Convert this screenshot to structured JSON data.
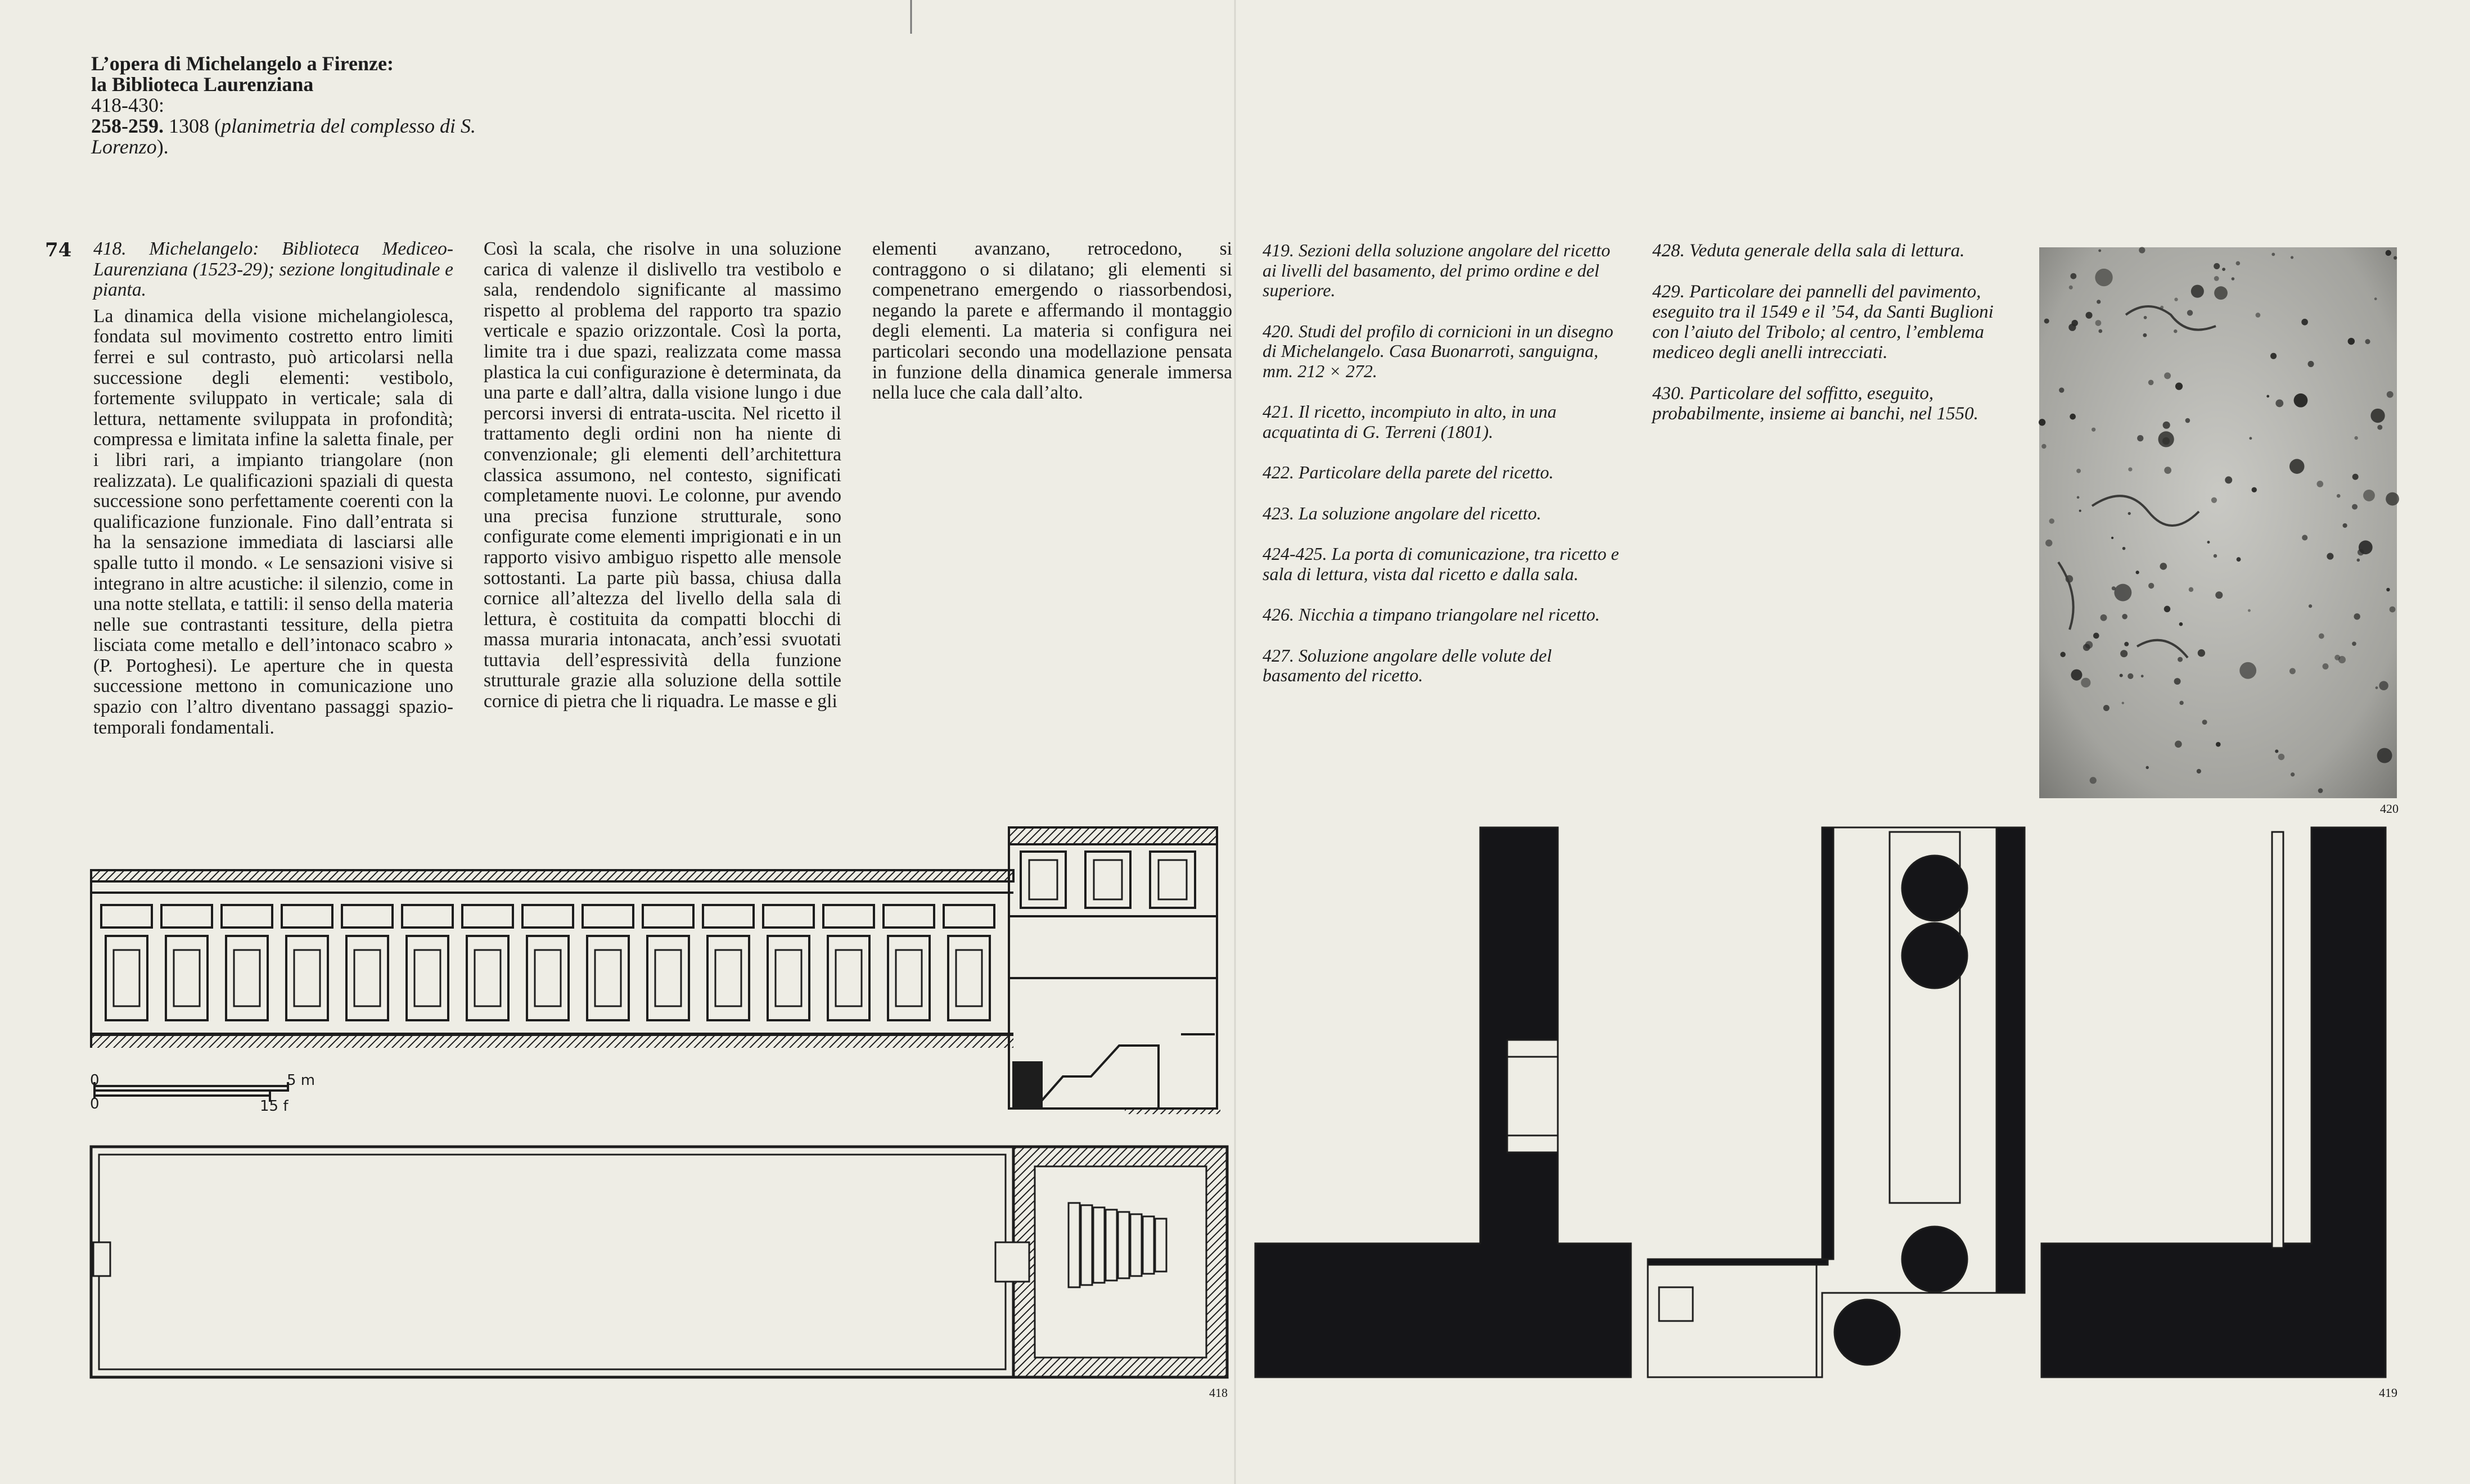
{
  "header": {
    "title_line1": "L’opera di Michelangelo a Firenze:",
    "title_line2": "la Biblioteca Laurenziana",
    "range": "418-430:",
    "ref_bold": "258-259.",
    "ref_rest": " 1308 (",
    "ref_italic": "planimetria del complesso di S. Lorenzo",
    "ref_end": ")."
  },
  "page_number": "74",
  "column1": {
    "caption": "418. Michelangelo: Biblioteca Mediceo-Laurenziana (1523-29); sezione longitudinale e pianta.",
    "body": "La dinamica della visione michelangiolesca, fondata sul movimento costretto entro limiti ferrei e sul contrasto, può articolarsi nella successione degli elementi: vestibolo, fortemente sviluppato in verticale; sala di lettura, nettamente sviluppata in profondità; compressa e limitata infine la saletta finale, per i libri rari, a impianto triangolare (non realizzata). Le qualificazioni spaziali di questa successione sono perfettamente coerenti con la qualificazione funzionale. Fino dall’entrata si ha la sensazione immediata di lasciarsi alle spalle tutto il mondo. « Le sensazioni visive si integrano in altre acustiche: il silenzio, come in una notte stellata, e tattili: il senso della materia nelle sue contrastanti tessiture, della pietra lisciata come metallo e dell’intonaco scabro » (P. Portoghesi). Le aperture che in questa successione mettono in comunicazione uno spazio con l’altro diventano passaggi spazio-temporali fondamentali."
  },
  "column2": {
    "body": "Così la scala, che risolve in una soluzione carica di valenze il dislivello tra vestibolo e sala, rendendolo significante al massimo rispetto al problema del rapporto tra spazio verticale e spazio orizzontale. Così la porta, limite tra i due spazi, realizzata come massa plastica la cui configurazione è determinata, da una parte e dall’altra, dalla visione lungo i due percorsi inversi di entrata-uscita. Nel ricetto il trattamento degli ordini non ha niente di convenzionale; gli elementi dell’architettura classica assumono, nel contesto, significati completamente nuovi. Le colonne, pur avendo una precisa funzione strutturale, sono configurate come elementi imprigionati e in un rapporto visivo ambiguo rispetto alle mensole sottostanti. La parte più bassa, chiusa dalla cornice all’altezza del livello della sala di lettura, è costituita da compatti blocchi di massa muraria intonacata, anch’essi svuotati tuttavia dell’espressività della funzione strutturale grazie alla soluzione della sottile cornice di pietra che li riquadra. Le masse e gli"
  },
  "column3": {
    "body": "elementi avanzano, retrocedono, si contraggono o si dilatano; gli elementi si compenetrano emergendo o riassorbendosi, negando la parete e affermando il montaggio degli elementi. La materia si configura nei particolari secondo una modellazione pensata in funzione della dinamica generale immersa nella luce che cala dall’alto."
  },
  "captions_a": [
    "419. Sezioni della soluzione angolare del ricetto ai livelli del basamento, del primo ordine e del superiore.",
    "420. Studi del profilo di cornicioni in un disegno di Michelangelo. Casa Buonarroti, sanguigna, mm. 212 × 272.",
    "421. Il ricetto, incompiuto in alto, in una acquatinta di G. Terreni (1801).",
    "422. Particolare della parete del ricetto.",
    "423. La soluzione angolare del ricetto.",
    "424-425. La porta di comunicazione, tra ricetto e sala di lettura, vista dal ricetto e dalla sala.",
    "426. Nicchia a timpano triangolare nel ricetto.",
    "427. Soluzione angolare delle volute del basamento del ricetto."
  ],
  "captions_b": [
    "428. Veduta generale della sala di lettura.",
    "429. Particolare dei pannelli del pavimento, eseguito tra il 1549 e il ’54, da Santi Buglioni con l’aiuto del Tribolo; al centro, l’emblema mediceo degli anelli intrecciati.",
    "430. Particolare del soffitto, eseguito, probabilmente, insieme ai banchi, nel 1550."
  ],
  "figures": {
    "fig418_label": "418",
    "fig419_label": "419",
    "fig420_label": "420",
    "scale_m_zero": "0",
    "scale_m_end": "5 m",
    "scale_f_zero": "0",
    "scale_f_end": "15 f"
  },
  "colors": {
    "paper": "#eeede5",
    "ink": "#1d1d1d",
    "solid_wall": "#151518"
  }
}
